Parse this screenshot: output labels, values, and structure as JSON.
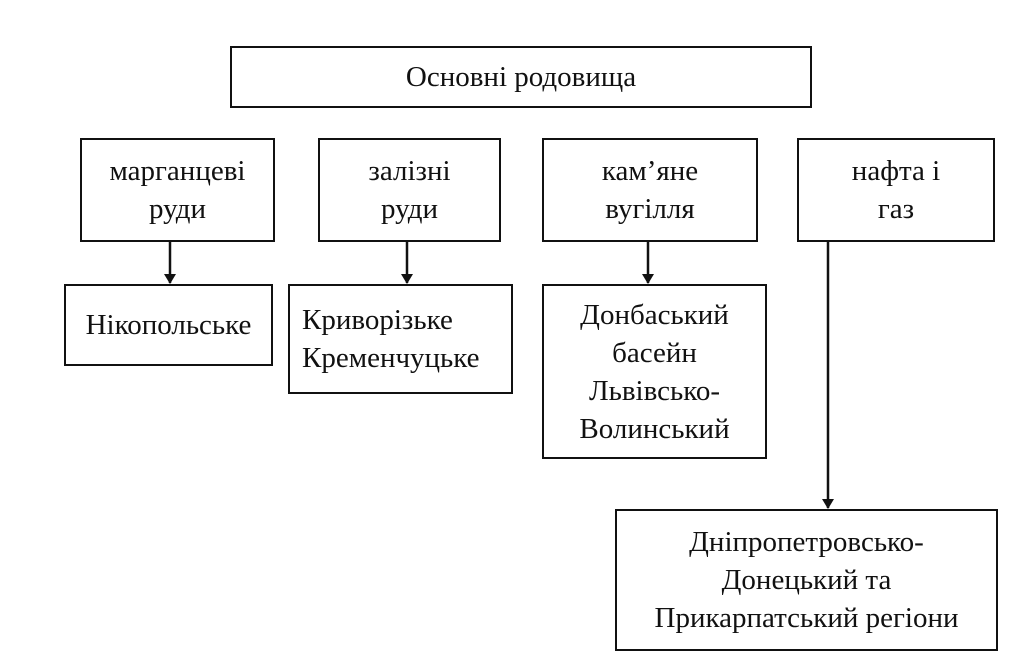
{
  "root": {
    "label": "Основні родовища"
  },
  "categories": [
    {
      "lines": [
        "марганцеві",
        "руди"
      ],
      "deposits": [
        "Нікопольське"
      ]
    },
    {
      "lines": [
        "залізні",
        "руди"
      ],
      "deposits": [
        "Криворізьке",
        "Кременчуцьке"
      ]
    },
    {
      "lines": [
        "кам’яне",
        "вугілля"
      ],
      "deposits": [
        "Донбаський",
        "басейн",
        "Львівсько-",
        "Волинський"
      ]
    },
    {
      "lines": [
        "нафта і",
        "газ"
      ],
      "deposits": [
        "Дніпропетровсько-",
        "Донецький та",
        "Прикарпатський регіони"
      ]
    }
  ]
}
